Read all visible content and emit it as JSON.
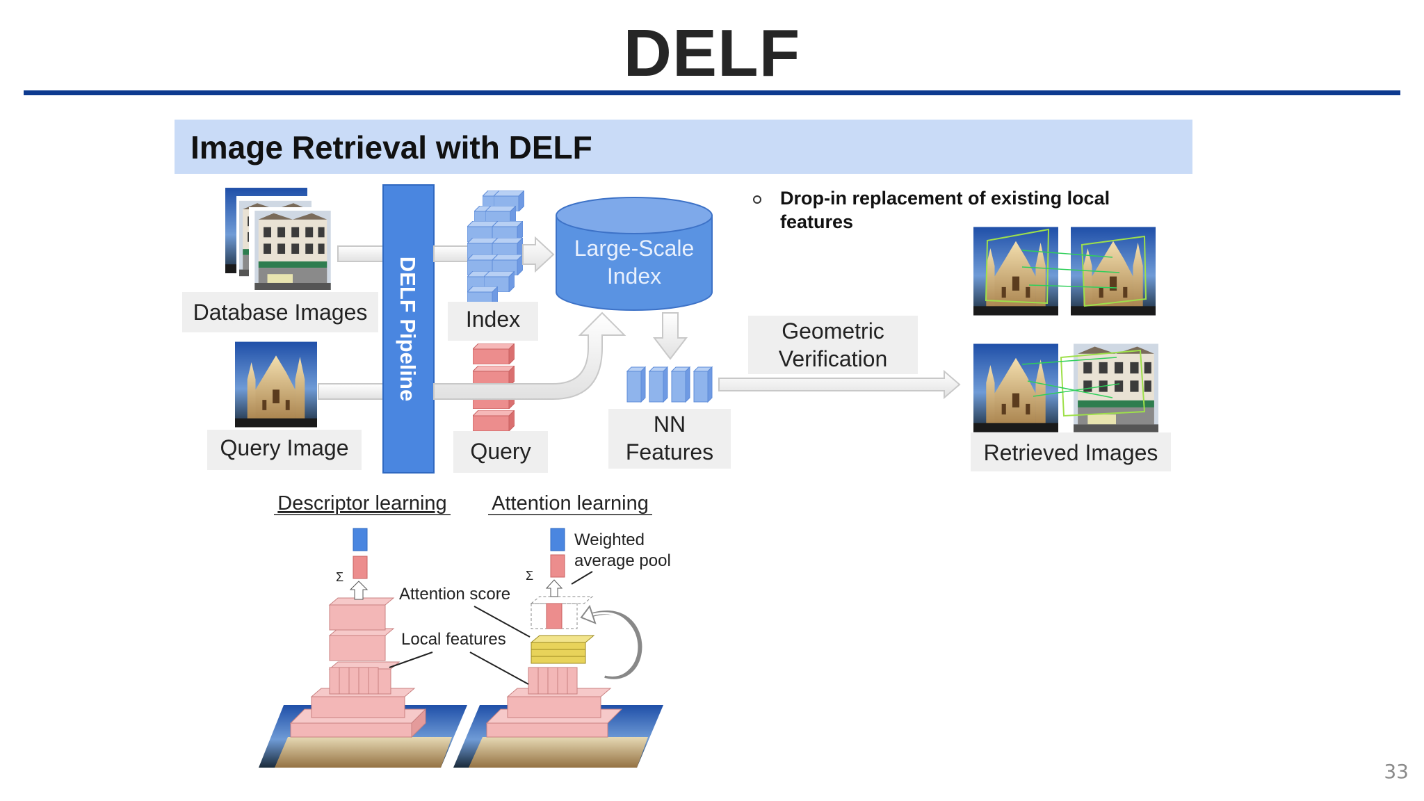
{
  "slide": {
    "title": "DELF",
    "page_number": "33"
  },
  "figure": {
    "header": "Image Retrieval with DELF",
    "pipeline_label": "DELF Pipeline",
    "database_label": "Database Images",
    "query_image_label": "Query Image",
    "index_label": "Index",
    "query_label": "Query",
    "large_scale_index": [
      "Large-Scale",
      "Index"
    ],
    "nn_features": [
      "NN",
      "Features"
    ],
    "geometric_verification": [
      "Geometric",
      "Verification"
    ],
    "retrieved_label": "Retrieved Images",
    "bullet": [
      "Drop-in replacement of existing local",
      "features"
    ],
    "descriptor_learning": "Descriptor learning",
    "attention_learning": "Attention learning",
    "weighted_pool": [
      "Weighted",
      "average pool"
    ],
    "attention_score": "Attention score",
    "local_features": "Local features",
    "sigma": "Σ"
  },
  "colors": {
    "title_rule": "#0d3a8f",
    "header_band": "#c9dbf7",
    "pipeline": "#4a86e0",
    "index_feature": "#8fb4ec",
    "query_feature": "#ec8d8d",
    "pyramid": "#f3b7b7",
    "attention": "#e8d35a"
  }
}
